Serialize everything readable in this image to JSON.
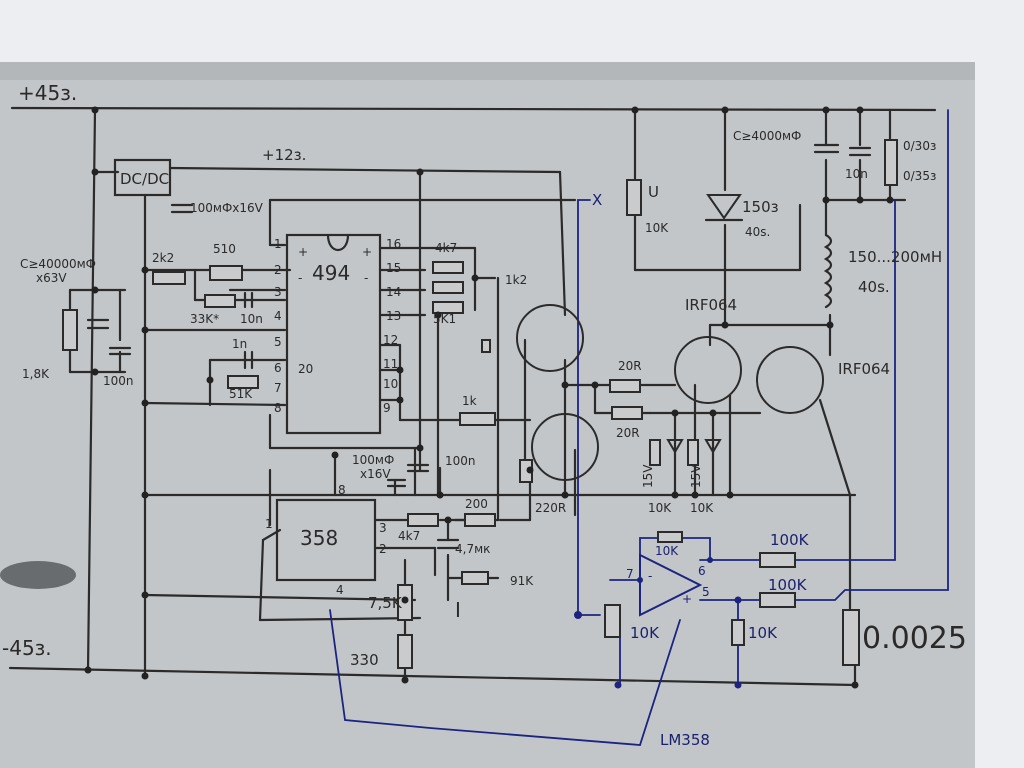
{
  "supply": {
    "pos": "+45з.",
    "neg": "-45з.",
    "v12": "+12з."
  },
  "components": {
    "dcdc": "DC/DC",
    "ic494": "494",
    "ic358": "358",
    "cap_main": "C≥40000мФ",
    "cap_main_v": "x63V",
    "res_1k8": "1,8K",
    "cap_100n_left": "100n",
    "r_2k2": "2k2",
    "r_510": "510",
    "r_33k": "33K*",
    "c_10n": "10n",
    "c_1n": "1n",
    "r_51k": "51K",
    "c_100uF_16v": "100мФx16V",
    "r_4k7_top": "4k7",
    "r_5k1": "5K1",
    "r_1k2": "1k2",
    "r_1k": "1k",
    "c_100uF_16v_b": "100мФ",
    "c_100uF_16v_b2": "x16V",
    "c_100n_mid": "100n",
    "r_200": "200",
    "r_4k7_mid": "4k7",
    "c_4_7u": "4,7мк",
    "r_91k": "91K",
    "r_7_5k": "7,5K",
    "r_330": "330",
    "label_I": "I",
    "r_220R": "220R",
    "r_20R_a": "20R",
    "r_20R_b": "20R",
    "zener_15v_a": "15V",
    "zener_15v_b": "15V",
    "r_10k_a": "10K",
    "r_10k_b": "10K",
    "pot_U": "U",
    "pot_10k": "10K",
    "label_X": "X",
    "diode": "150з",
    "diode_v": "40s.",
    "cap_top": "C≥4000мФ",
    "c_10n_top": "10n",
    "fuse": "0/30з",
    "fuse2": "0/35з",
    "inductor": "150...200мH",
    "inductor_v": "40s.",
    "mosfet_1": "IRF064",
    "mosfet_2": "IRF064",
    "shunt": "0.0025",
    "opamp_r_10k_fb": "10K",
    "opamp_r_100k_a": "100K",
    "opamp_r_100k_b": "100K",
    "opamp_r_10k_pot": "10K",
    "opamp_r_10k_gnd": "10K",
    "lm358": "LM358",
    "n20": "20"
  },
  "pins": {
    "p1": "1",
    "p2": "2",
    "p3": "3",
    "p4": "4",
    "p5": "5",
    "p6": "6",
    "p7": "7",
    "p8": "8",
    "p9": "9",
    "p10": "10",
    "p11": "11",
    "p12": "12",
    "p13": "13",
    "p14": "14",
    "p15": "15",
    "p16": "16",
    "u1": "1",
    "u2": "2",
    "u3": "3",
    "u4": "4",
    "u8": "8",
    "op7": "7",
    "op6": "6",
    "op5": "5",
    "plus": "+",
    "minus": "-"
  }
}
